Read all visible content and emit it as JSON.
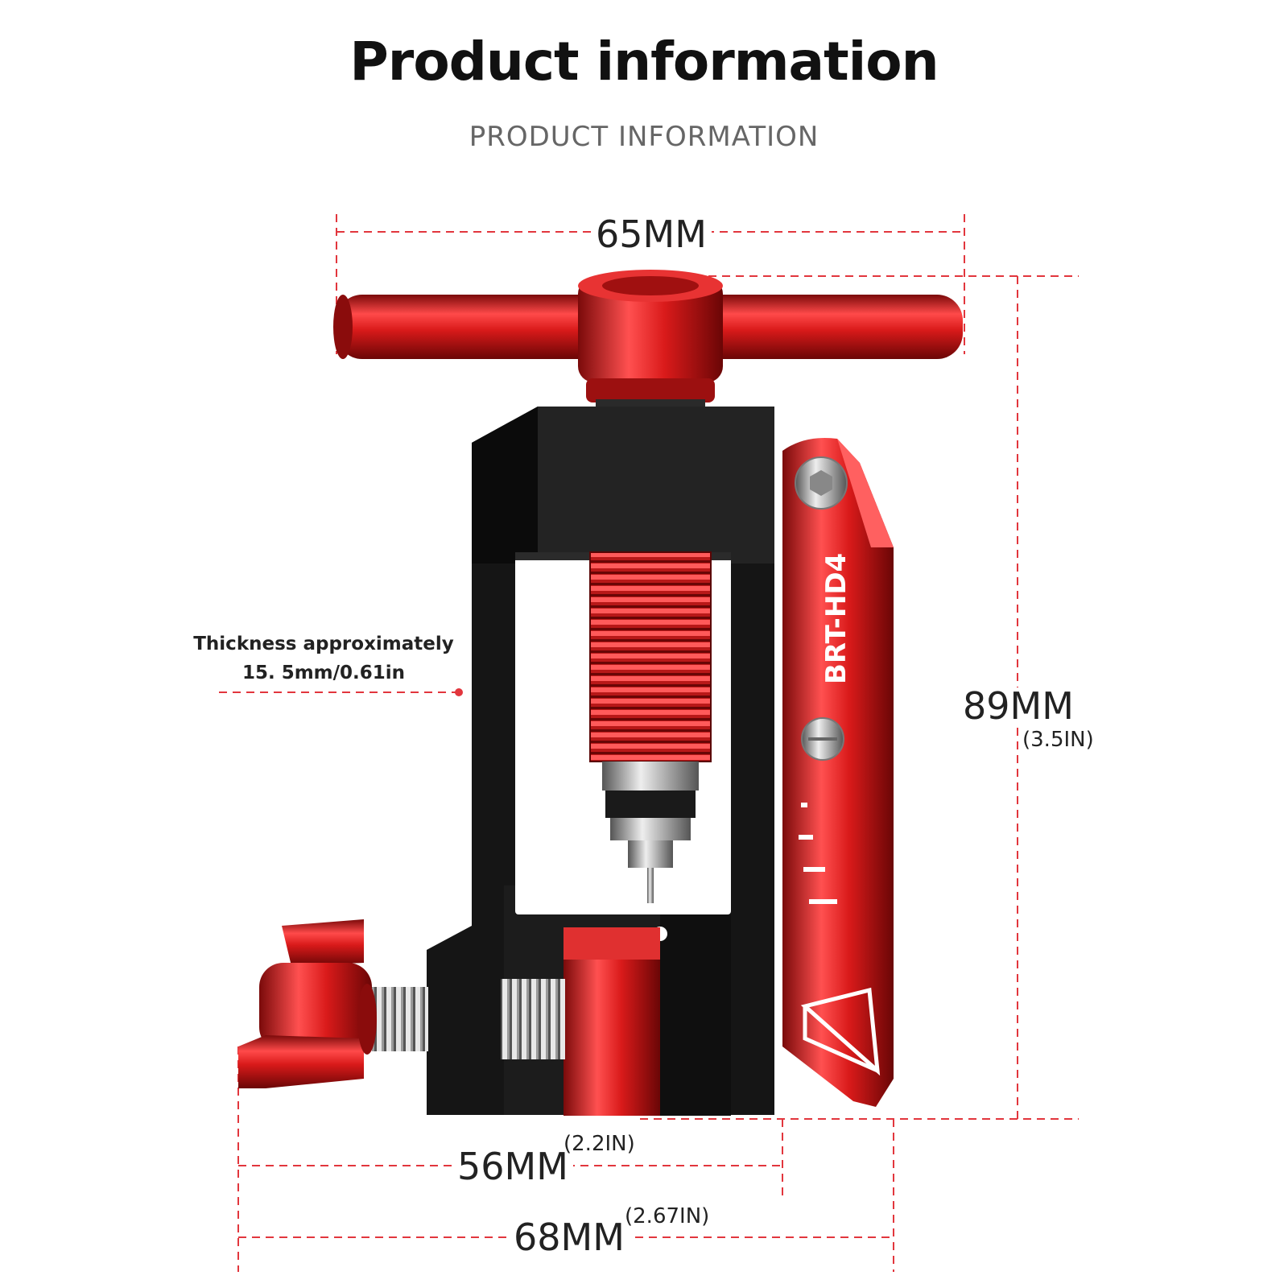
{
  "header": {
    "title": "Product information",
    "subtitle": "PRODUCT INFORMATION"
  },
  "dimensions": {
    "width_top": "65MM",
    "height": "89MM",
    "height_in": "(3.5IN)",
    "base_width": "56MM",
    "base_width_in": "(2.2IN)",
    "total_width": "68MM",
    "total_width_in": "(2.67IN)"
  },
  "thickness": {
    "line1": "Thickness approximately",
    "line2": "15. 5mm/0.61in"
  },
  "product": {
    "model_label": "BRT-HD4"
  },
  "colors": {
    "accent_red": "#d91a1a",
    "body_black": "#151515",
    "dimension_line": "#e2363d"
  }
}
